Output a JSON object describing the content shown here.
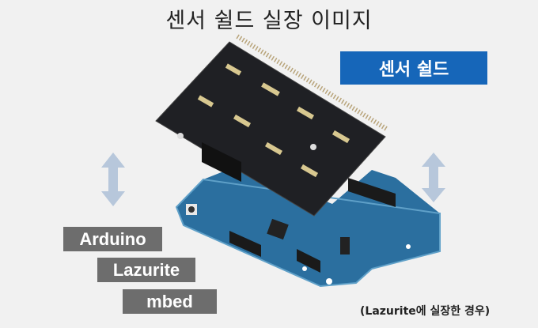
{
  "title": "센서 쉴드 실장 이미지",
  "shield_label": "센서 쉴드",
  "platforms": [
    "Arduino",
    "Lazurite",
    "mbed"
  ],
  "caption": "(Lazurite에 실장한 경우)",
  "colors": {
    "accent": "#1666b9",
    "tag": "#6d6d6d",
    "arrow": "#b7c7db",
    "shield": "#1e1f22",
    "board": "#2a6e9e"
  }
}
